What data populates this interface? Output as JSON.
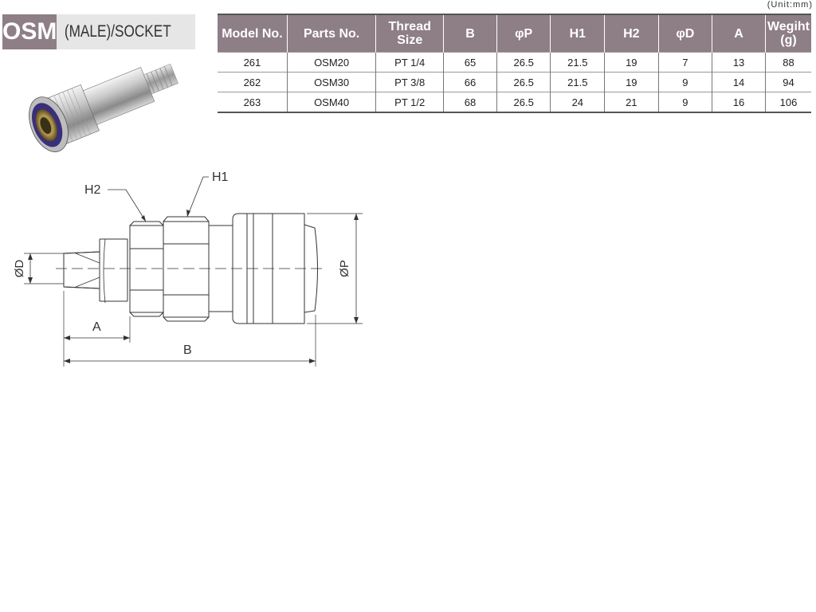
{
  "title": {
    "code": "OSM",
    "name": "(MALE)/SOCKET"
  },
  "unit": "(Unit:mm)",
  "table": {
    "headers": [
      "Model No.",
      "Parts No.",
      "Thread Size",
      "B",
      "φP",
      "H1",
      "H2",
      "φD",
      "A",
      "Wegiht (g)"
    ],
    "rows": [
      [
        "261",
        "OSM20",
        "PT 1/4",
        "65",
        "26.5",
        "21.5",
        "19",
        "7",
        "13",
        "88"
      ],
      [
        "262",
        "OSM30",
        "PT 3/8",
        "66",
        "26.5",
        "21.5",
        "19",
        "9",
        "14",
        "94"
      ],
      [
        "263",
        "OSM40",
        "PT 1/2",
        "68",
        "26.5",
        "24",
        "21",
        "9",
        "16",
        "106"
      ]
    ]
  },
  "drawing": {
    "labels": {
      "h1": "H1",
      "h2": "H2",
      "d": "ØD",
      "p": "ØP",
      "a": "A",
      "b": "B"
    }
  },
  "colors": {
    "header": "#8e7e86",
    "title_bg": "#e6e6e6",
    "ring": "#3a2f7a"
  }
}
